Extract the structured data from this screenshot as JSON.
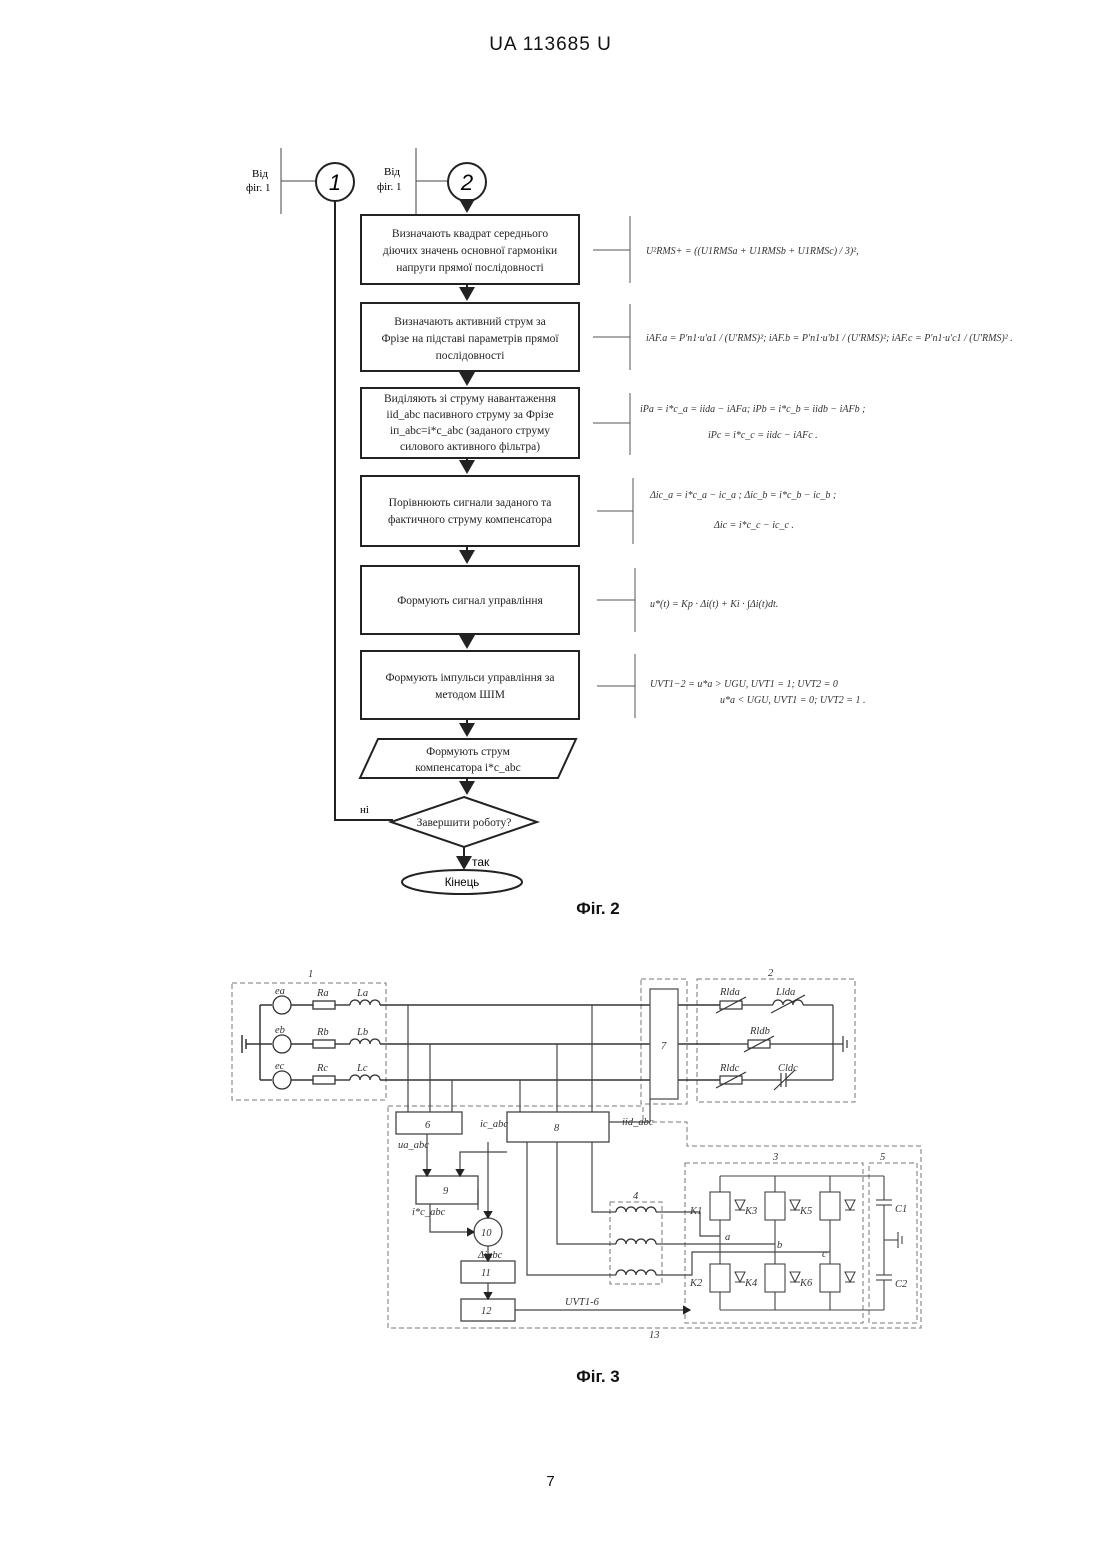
{
  "header": "UA   113685   U",
  "page_number": "7",
  "fig2": {
    "caption": "Фіг. 2",
    "connector1": "1",
    "connector2": "2",
    "from_label_line1": "Від",
    "from_label_line2": "фіг. 1",
    "steps": [
      {
        "lines": [
          "Визначають квадрат середнього",
          "діючих значень основної гармоніки",
          "напруги прямої послідовності"
        ]
      },
      {
        "lines": [
          "Визначають активний струм за",
          "Фрізе на підставі параметрів прямої",
          "послідовності"
        ]
      },
      {
        "lines": [
          "Виділяють зі струму навантаження",
          "iid_abc пасивного струму за Фрізе",
          "iп_abc=i*c_abc (заданого струму",
          "силового активного фільтра)"
        ]
      },
      {
        "lines": [
          "Порівнюють сигнали заданого та",
          "фактичного струму компенсатора"
        ]
      },
      {
        "lines": [
          "Формують сигнал управління"
        ]
      },
      {
        "lines": [
          "Формують імпульси управління за",
          "методом ШІМ"
        ]
      }
    ],
    "io_block": [
      "Формують струм",
      "компенсатора  i*c_abc"
    ],
    "decision": "Завершити роботу?",
    "no_label": "ні",
    "yes_label": "так",
    "end_label": "Кінець",
    "formulas": [
      [
        "U²RMS+ = ((U1RMSa + U1RMSb + U1RMSc) / 3)²,"
      ],
      [
        "iAF.a = P'n1·u'a1 / (U'RMS)²;   iAF.b = P'n1·u'b1 / (U'RMS)²;   iAF.c = P'n1·u'c1 / (U'RMS)² ."
      ],
      [
        "iPa = i*c_a = iida − iAFa;   iPb = i*c_b = iidb − iAFb ;",
        "iPc = i*c_c = iidc − iAFc ."
      ],
      [
        "Δic_a = i*c_a − ic_a ;          Δic_b = i*c_b − ic_b ;",
        "Δic = i*c_c − ic_c ."
      ],
      [
        "u*(t) = Kp · Δi(t) + Ki · ∫Δi(t)dt."
      ],
      [
        "UVT1−2 =  u*a > UGU, UVT1 = 1; UVT2 = 0",
        "u*a < UGU, UVT1 = 0; UVT2 = 1 ."
      ]
    ]
  },
  "fig3": {
    "caption": "Фіг. 3",
    "block_numbers": [
      "1",
      "2",
      "3",
      "4",
      "5",
      "6",
      "7",
      "8",
      "9",
      "10",
      "11",
      "12",
      "13"
    ],
    "sources": [
      "ea",
      "eb",
      "ec"
    ],
    "source_resistors": [
      "Ra",
      "Rb",
      "Rc"
    ],
    "source_inductors": [
      "La",
      "Lb",
      "Lc"
    ],
    "load_elements": [
      "Rlda",
      "Llda",
      "Rldb",
      "Rldc",
      "Cldc"
    ],
    "signal_labels": [
      "ua_abc",
      "ic_abc",
      "iid_abc",
      "i*c_abc",
      "Δiabc",
      "UVT1-6"
    ],
    "bridge_nodes": [
      "a",
      "b",
      "c"
    ],
    "switches": [
      "K1",
      "K3",
      "K5",
      "K2",
      "K4",
      "K6"
    ],
    "capacitors": [
      "C1",
      "C2"
    ]
  }
}
